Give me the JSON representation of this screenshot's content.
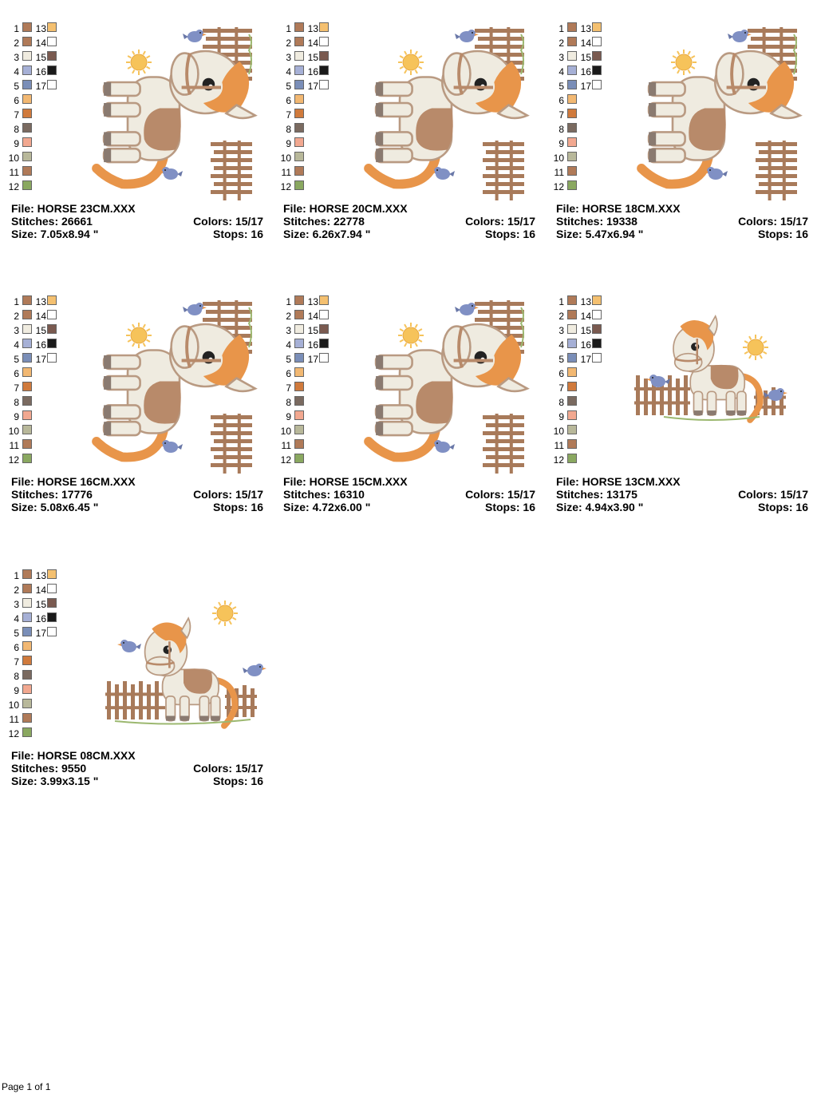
{
  "palette": {
    "left_column": [
      {
        "num": "1",
        "color": "#b07a58"
      },
      {
        "num": "2",
        "color": "#b07a58"
      },
      {
        "num": "3",
        "color": "#f0ece0"
      },
      {
        "num": "4",
        "color": "#a6b0d6"
      },
      {
        "num": "5",
        "color": "#7a8eb8"
      },
      {
        "num": "6",
        "color": "#f2b872"
      },
      {
        "num": "7",
        "color": "#d07a3c"
      },
      {
        "num": "8",
        "color": "#7a6a60"
      },
      {
        "num": "9",
        "color": "#f2a890"
      },
      {
        "num": "10",
        "color": "#b8b89a"
      },
      {
        "num": "11",
        "color": "#b07a58"
      },
      {
        "num": "12",
        "color": "#8aa860"
      }
    ],
    "right_column": [
      {
        "num": "13",
        "color": "#f4c070"
      },
      {
        "num": "14",
        "color": "#ffffff"
      },
      {
        "num": "15",
        "color": "#7a5a50"
      },
      {
        "num": "16",
        "color": "#1a1a1a"
      },
      {
        "num": "17",
        "color": "#ffffff"
      }
    ]
  },
  "designs": [
    {
      "file": "File: HORSE 23CM.XXX",
      "stitches": "Stitches: 26661",
      "size": "Size: 7.05x8.94 \"",
      "colors": "Colors: 15/17",
      "stops": "Stops: 16",
      "orientation": "rotated"
    },
    {
      "file": "File: HORSE 20CM.XXX",
      "stitches": "Stitches: 22778",
      "size": "Size: 6.26x7.94 \"",
      "colors": "Colors: 15/17",
      "stops": "Stops: 16",
      "orientation": "rotated"
    },
    {
      "file": "File: HORSE 18CM.XXX",
      "stitches": "Stitches: 19338",
      "size": "Size: 5.47x6.94 \"",
      "colors": "Colors: 15/17",
      "stops": "Stops: 16",
      "orientation": "rotated"
    },
    {
      "file": "File: HORSE 16CM.XXX",
      "stitches": "Stitches: 17776",
      "size": "Size: 5.08x6.45 \"",
      "colors": "Colors: 15/17",
      "stops": "Stops: 16",
      "orientation": "rotated"
    },
    {
      "file": "File: HORSE 15CM.XXX",
      "stitches": "Stitches: 16310",
      "size": "Size: 4.72x6.00 \"",
      "colors": "Colors: 15/17",
      "stops": "Stops: 16",
      "orientation": "rotated"
    },
    {
      "file": "File: HORSE 13CM.XXX",
      "stitches": "Stitches: 13175",
      "size": "Size: 4.94x3.90 \"",
      "colors": "Colors: 15/17",
      "stops": "Stops: 16",
      "orientation": "upright"
    },
    {
      "file": "File: HORSE 08CM.XXX",
      "stitches": "Stitches: 9550",
      "size": "Size: 3.99x3.15 \"",
      "colors": "Colors: 15/17",
      "stops": "Stops: 16",
      "orientation": "upright"
    }
  ],
  "footer": {
    "page": "Page 1 of 1"
  },
  "colors": {
    "sun": "#f6c35a",
    "mane": "#e8954a",
    "body": "#efebe0",
    "outline": "#b99a82",
    "saddle": "#b88a6a",
    "fence": "#a87a5a",
    "bird": "#8090c4",
    "grass": "#9cb870"
  }
}
